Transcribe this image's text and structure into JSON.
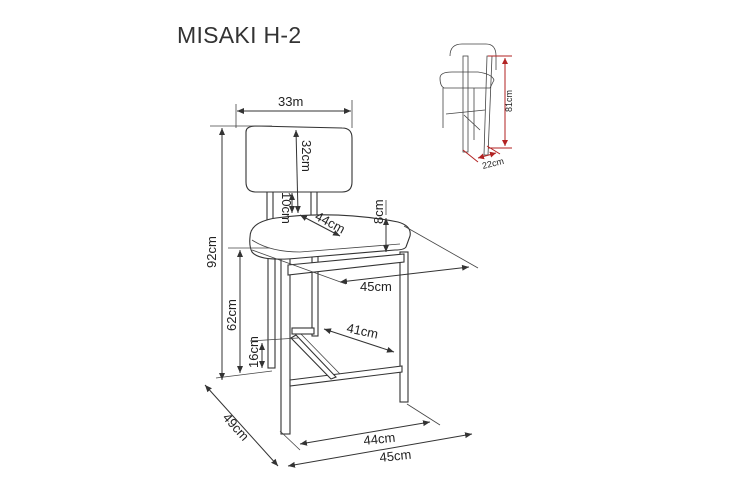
{
  "title": "MISAKI H-2",
  "dimensions": {
    "backrest_width": "33m",
    "backrest_height": "32cm",
    "backrest_gap": "10cm",
    "seat_depth": "44cm",
    "seat_thickness": "8cm",
    "seat_width": "45cm",
    "total_height": "92cm",
    "seat_height": "62cm",
    "footrest_height": "16cm",
    "footrest_width": "41cm",
    "base_depth": "49cm",
    "base_width_inner": "44cm",
    "base_width_outer": "45cm"
  },
  "inset": {
    "armrest_height": "81cm",
    "armrest_width": "22cm",
    "accent_color": "#b22222"
  }
}
